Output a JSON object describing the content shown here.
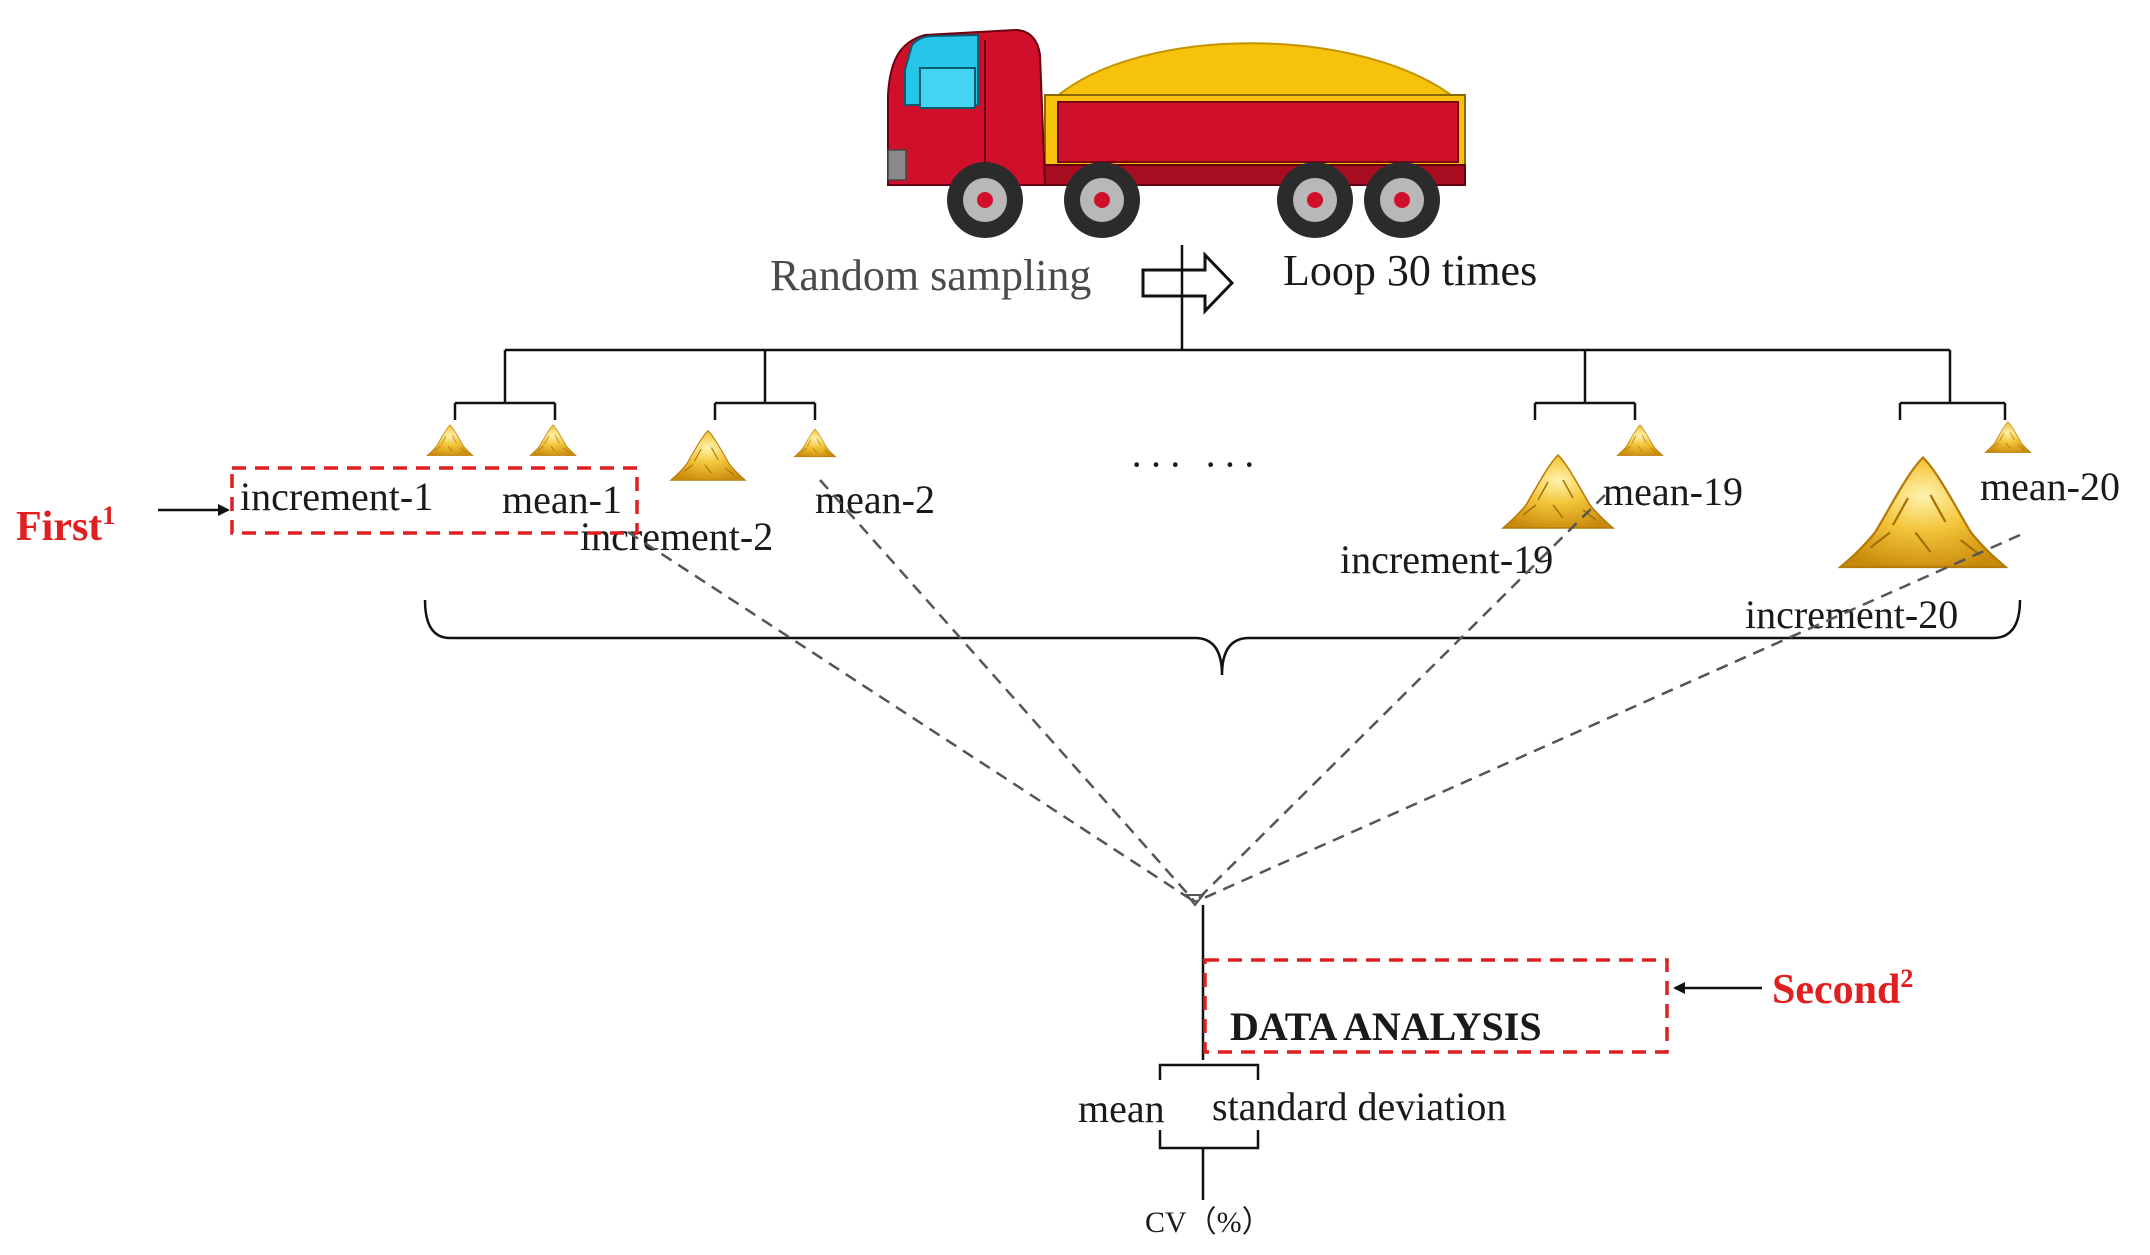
{
  "diagram": {
    "sampling_label": "Random sampling",
    "loop_label": "Loop 30 times",
    "ellipsis": "··· ···",
    "groups": [
      {
        "increment": "increment-1",
        "mean": "mean-1"
      },
      {
        "increment": "increment-2",
        "mean": "mean-2"
      },
      {
        "increment": "increment-19",
        "mean": "mean-19"
      },
      {
        "increment": "increment-20",
        "mean": "mean-20"
      }
    ],
    "first_label": "First",
    "first_sup": "1",
    "second_label": "Second",
    "second_sup": "2",
    "analysis_label": "DATA ANALYSIS",
    "output_mean": "mean",
    "output_sd": "standard deviation",
    "output_cv": "CV（%）"
  },
  "colors": {
    "truck_body": "#d0102a",
    "truck_cargo": "#f7c20c",
    "truck_window": "#27c6e8",
    "pile": "#f0b820",
    "highlight_red": "#e02020"
  },
  "icons": {
    "truck": "dump-truck-icon",
    "pile": "grain-pile-icon"
  }
}
